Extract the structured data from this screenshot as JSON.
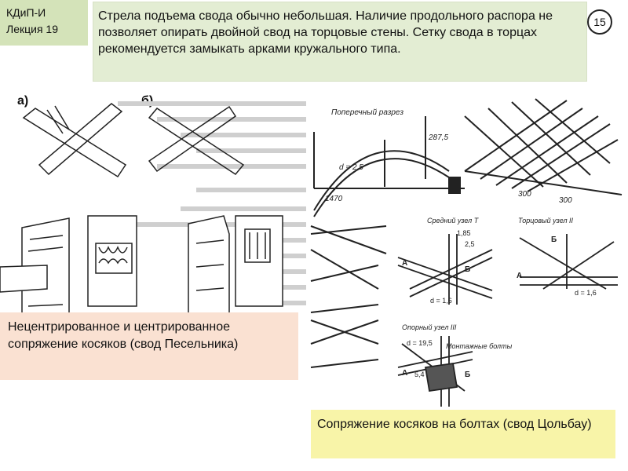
{
  "header": {
    "course": "КДиП-И",
    "lecture": "Лекция 19"
  },
  "intro_text": "Стрела подъема свода обычно небольшая. Наличие продольного распора не позволяет опирать двойной свод на торцовые стены. Сетку свода в торцах рекомендуется замыкать арками кружального типа.",
  "page_number": "15",
  "figure_left": {
    "label_a": "а)",
    "label_b": "б)",
    "caption": "Нецентрированное  и центрированное сопряжение косяков (свод Песельника)"
  },
  "figure_right": {
    "section_title": "Поперечный разрез",
    "dim_thickness": "d = 2,5",
    "dim_span": "1470",
    "dim_height": "287,5",
    "dim_300_a": "300",
    "dim_300_b": "300",
    "node_middle": "Средний узел Т",
    "node_end": "Торцовый узел II",
    "node_support": "Опорный узел III",
    "node_montage": "Монтажные болты",
    "dim_d16_a": "d = 1,6",
    "dim_d16_b": "d = 1,6",
    "dim_d195": "d = 19,5",
    "dim_185": "1,85",
    "dim_25": "2,5",
    "dim_54": "5,4",
    "letter_a1": "А",
    "letter_a2": "А",
    "letter_a3": "А",
    "letter_b1": "Б",
    "letter_b2": "Б",
    "letter_b3": "Б",
    "caption": "Сопряжение косяков на болтах (свод Цольбау)"
  },
  "colors": {
    "course_bg": "#d4e3b9",
    "intro_bg": "#e3edd3",
    "caption_left_bg": "#fae1d2",
    "caption_right_bg": "#f8f4a8"
  }
}
